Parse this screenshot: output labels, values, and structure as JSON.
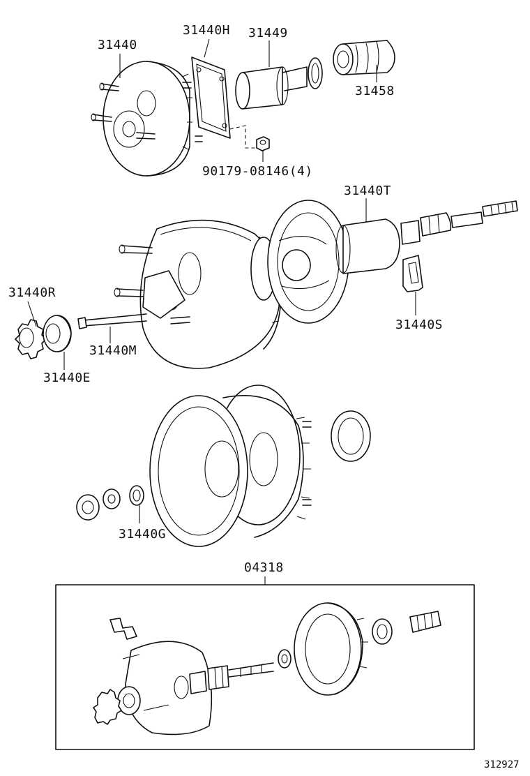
{
  "parts": {
    "p31440": "31440",
    "p31440H": "31440H",
    "p31449": "31449",
    "p31458": "31458",
    "p90179": "90179-08146(4)",
    "p31440T": "31440T",
    "p31440R": "31440R",
    "p31440M": "31440M",
    "p31440E": "31440E",
    "p31440S": "31440S",
    "p31440G": "31440G",
    "p04318": "04318"
  },
  "doc_number": "312927"
}
